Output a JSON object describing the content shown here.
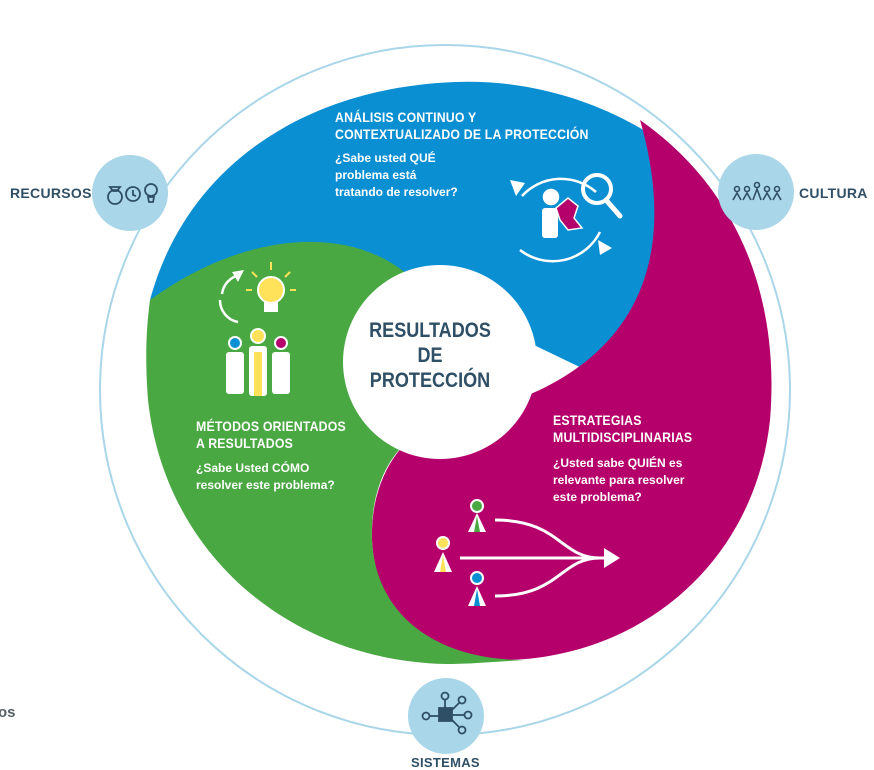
{
  "center": {
    "title": "RESULTADOS\nDE\nPROTECCIÓN"
  },
  "segments": [
    {
      "id": "analysis",
      "color": "#0b8fd3",
      "title": "ANÁLISIS CONTINUO Y\nCONTEXTUALIZADO DE LA PROTECCIÓN",
      "question": "¿Sabe usted QUÉ\nproblema está\ntratando de resolver?"
    },
    {
      "id": "methods",
      "color": "#4aa842",
      "title": "MÉTODOS ORIENTADOS\nA RESULTADOS",
      "question": "¿Sabe Usted CÓMO\nresolver este problema?"
    },
    {
      "id": "strategies",
      "color": "#b5006b",
      "title": "ESTRATEGIAS\nMULTIDISCIPLINARIAS",
      "question": "¿Usted sabe QUIÉN es\nrelevante para resolver\neste problema?"
    }
  ],
  "outer_nodes": {
    "recursos": {
      "label": "RECURSOS",
      "icons": [
        "money-bag-icon",
        "clock-icon",
        "lightbulb-icon"
      ]
    },
    "cultura": {
      "label": "CULTURA",
      "icons": [
        "people-group-icon"
      ]
    },
    "sistemas": {
      "label": "SISTEMAS",
      "icons": [
        "network-hub-icon"
      ]
    }
  },
  "cut_off_text": "os",
  "colors": {
    "ring": "#a9d6e8",
    "node_fill": "#a9d6e8",
    "label": "#2f4f66"
  }
}
